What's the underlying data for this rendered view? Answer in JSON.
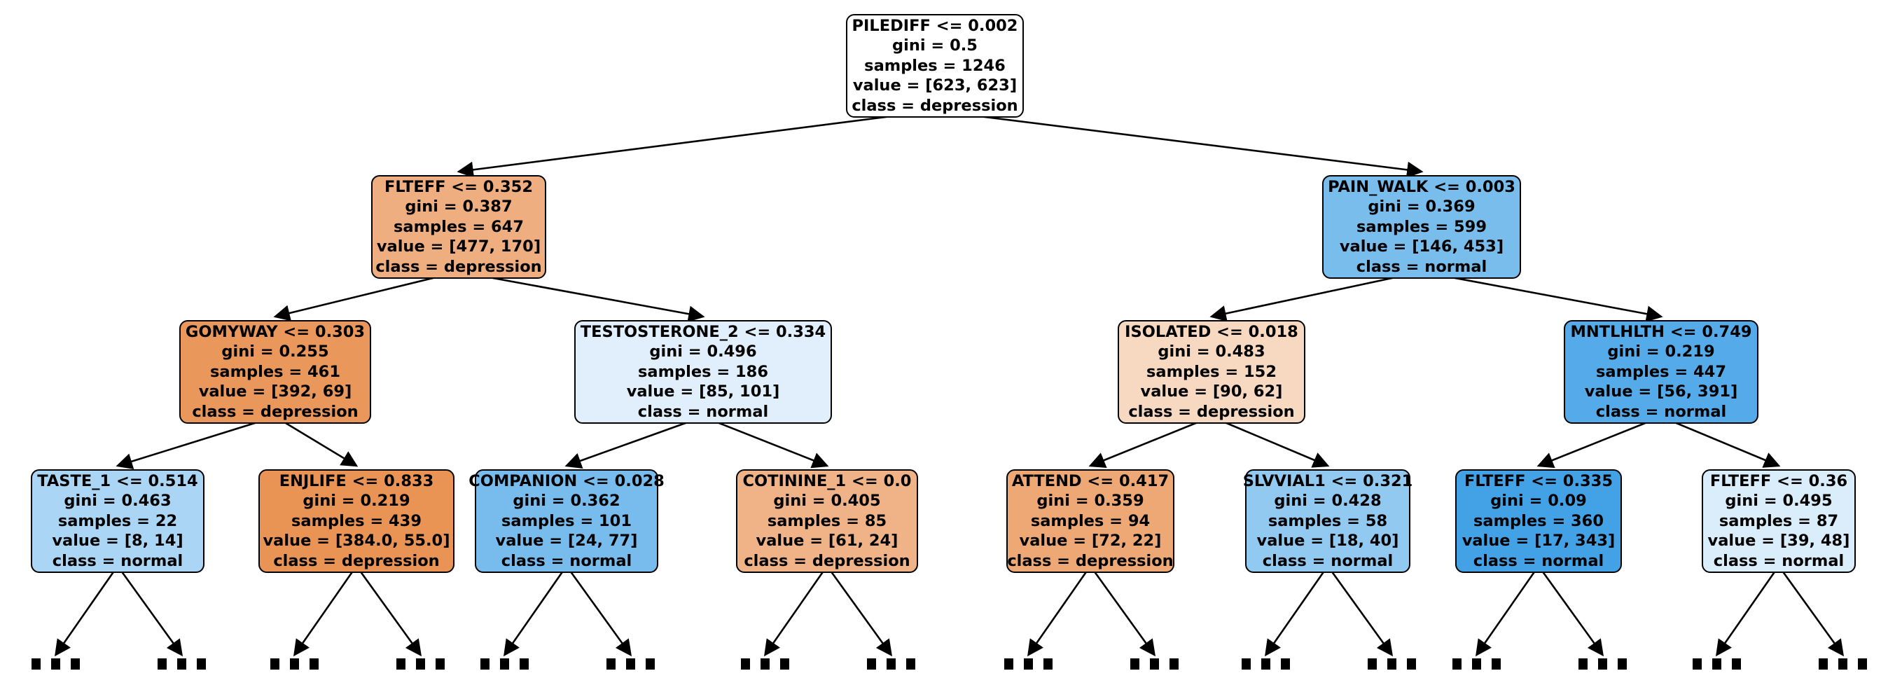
{
  "tree": {
    "classes": [
      "depression",
      "normal"
    ],
    "ellipsis": "...",
    "colors": {
      "depression_base": "#e58139",
      "normal_base": "#399de5",
      "edge": "#000000",
      "border": "#000000",
      "background": "#ffffff"
    },
    "nodes": {
      "root": {
        "condition": "PILEDIFF <= 0.002",
        "gini": "gini = 0.5",
        "samples": "samples = 1246",
        "value": "value = [623, 623]",
        "class_label": "class = depression",
        "fill": "#ffffff",
        "children": [
          "flteff_l2",
          "pain_walk"
        ]
      },
      "flteff_l2": {
        "condition": "FLTEFF <= 0.352",
        "gini": "gini = 0.387",
        "samples": "samples = 647",
        "value": "value = [477, 170]",
        "class_label": "class = depression",
        "fill": "#eeae80",
        "children": [
          "gomyway",
          "testosterone_2"
        ]
      },
      "pain_walk": {
        "condition": "PAIN_WALK <= 0.003",
        "gini": "gini = 0.369",
        "samples": "samples = 599",
        "value": "value = [146, 453]",
        "class_label": "class = normal",
        "fill": "#79bded",
        "children": [
          "isolated",
          "mntlhlth"
        ]
      },
      "gomyway": {
        "condition": "GOMYWAY <= 0.303",
        "gini": "gini = 0.255",
        "samples": "samples = 461",
        "value": "value = [392, 69]",
        "class_label": "class = depression",
        "fill": "#ea975c",
        "children": [
          "taste_1",
          "enjlife"
        ]
      },
      "testosterone_2": {
        "condition": "TESTOSTERONE_2 <= 0.334",
        "gini": "gini = 0.496",
        "samples": "samples = 186",
        "value": "value = [85, 101]",
        "class_label": "class = normal",
        "fill": "#e0effb",
        "children": [
          "companion",
          "cotinine_1"
        ]
      },
      "isolated": {
        "condition": "ISOLATED <= 0.018",
        "gini": "gini = 0.483",
        "samples": "samples = 152",
        "value": "value = [90, 62]",
        "class_label": "class = depression",
        "fill": "#f7d8c1",
        "children": [
          "attend",
          "slvvial1"
        ]
      },
      "mntlhlth": {
        "condition": "MNTLHLTH <= 0.749",
        "gini": "gini = 0.219",
        "samples": "samples = 447",
        "value": "value = [56, 391]",
        "class_label": "class = normal",
        "fill": "#55abe9",
        "children": [
          "flteff_0335",
          "flteff_036"
        ]
      },
      "taste_1": {
        "condition": "TASTE_1 <= 0.514",
        "gini": "gini = 0.463",
        "samples": "samples = 22",
        "value": "value = [8, 14]",
        "class_label": "class = normal",
        "fill": "#aad5f4",
        "children": [
          "ell_1",
          "ell_2"
        ]
      },
      "enjlife": {
        "condition": "ENJLIFE <= 0.833",
        "gini": "gini = 0.219",
        "samples": "samples = 439",
        "value": "value = [384.0, 55.0]",
        "class_label": "class = depression",
        "fill": "#e99355",
        "children": [
          "ell_3",
          "ell_4"
        ]
      },
      "companion": {
        "condition": "COMPANION <= 0.028",
        "gini": "gini = 0.362",
        "samples": "samples = 101",
        "value": "value = [24, 77]",
        "class_label": "class = normal",
        "fill": "#77bced",
        "children": [
          "ell_5",
          "ell_6"
        ]
      },
      "cotinine_1": {
        "condition": "COTININE_1 <= 0.0",
        "gini": "gini = 0.405",
        "samples": "samples = 85",
        "value": "value = [61, 24]",
        "class_label": "class = depression",
        "fill": "#efb387",
        "children": [
          "ell_7",
          "ell_8"
        ]
      },
      "attend": {
        "condition": "ATTEND <= 0.417",
        "gini": "gini = 0.359",
        "samples": "samples = 94",
        "value": "value = [72, 22]",
        "class_label": "class = depression",
        "fill": "#eda876",
        "children": [
          "ell_9",
          "ell_10"
        ]
      },
      "slvvial1": {
        "condition": "SLVVIAL1 <= 0.321",
        "gini": "gini = 0.428",
        "samples": "samples = 58",
        "value": "value = [18, 40]",
        "class_label": "class = normal",
        "fill": "#92c9f1",
        "children": [
          "ell_11",
          "ell_12"
        ]
      },
      "flteff_0335": {
        "condition": "FLTEFF <= 0.335",
        "gini": "gini = 0.09",
        "samples": "samples = 360",
        "value": "value = [17, 343]",
        "class_label": "class = normal",
        "fill": "#43a2e6",
        "children": [
          "ell_13",
          "ell_14"
        ]
      },
      "flteff_036": {
        "condition": "FLTEFF <= 0.36",
        "gini": "gini = 0.495",
        "samples": "samples = 87",
        "value": "value = [39, 48]",
        "class_label": "class = normal",
        "fill": "#daedfa",
        "children": [
          "ell_15",
          "ell_16"
        ]
      }
    }
  }
}
